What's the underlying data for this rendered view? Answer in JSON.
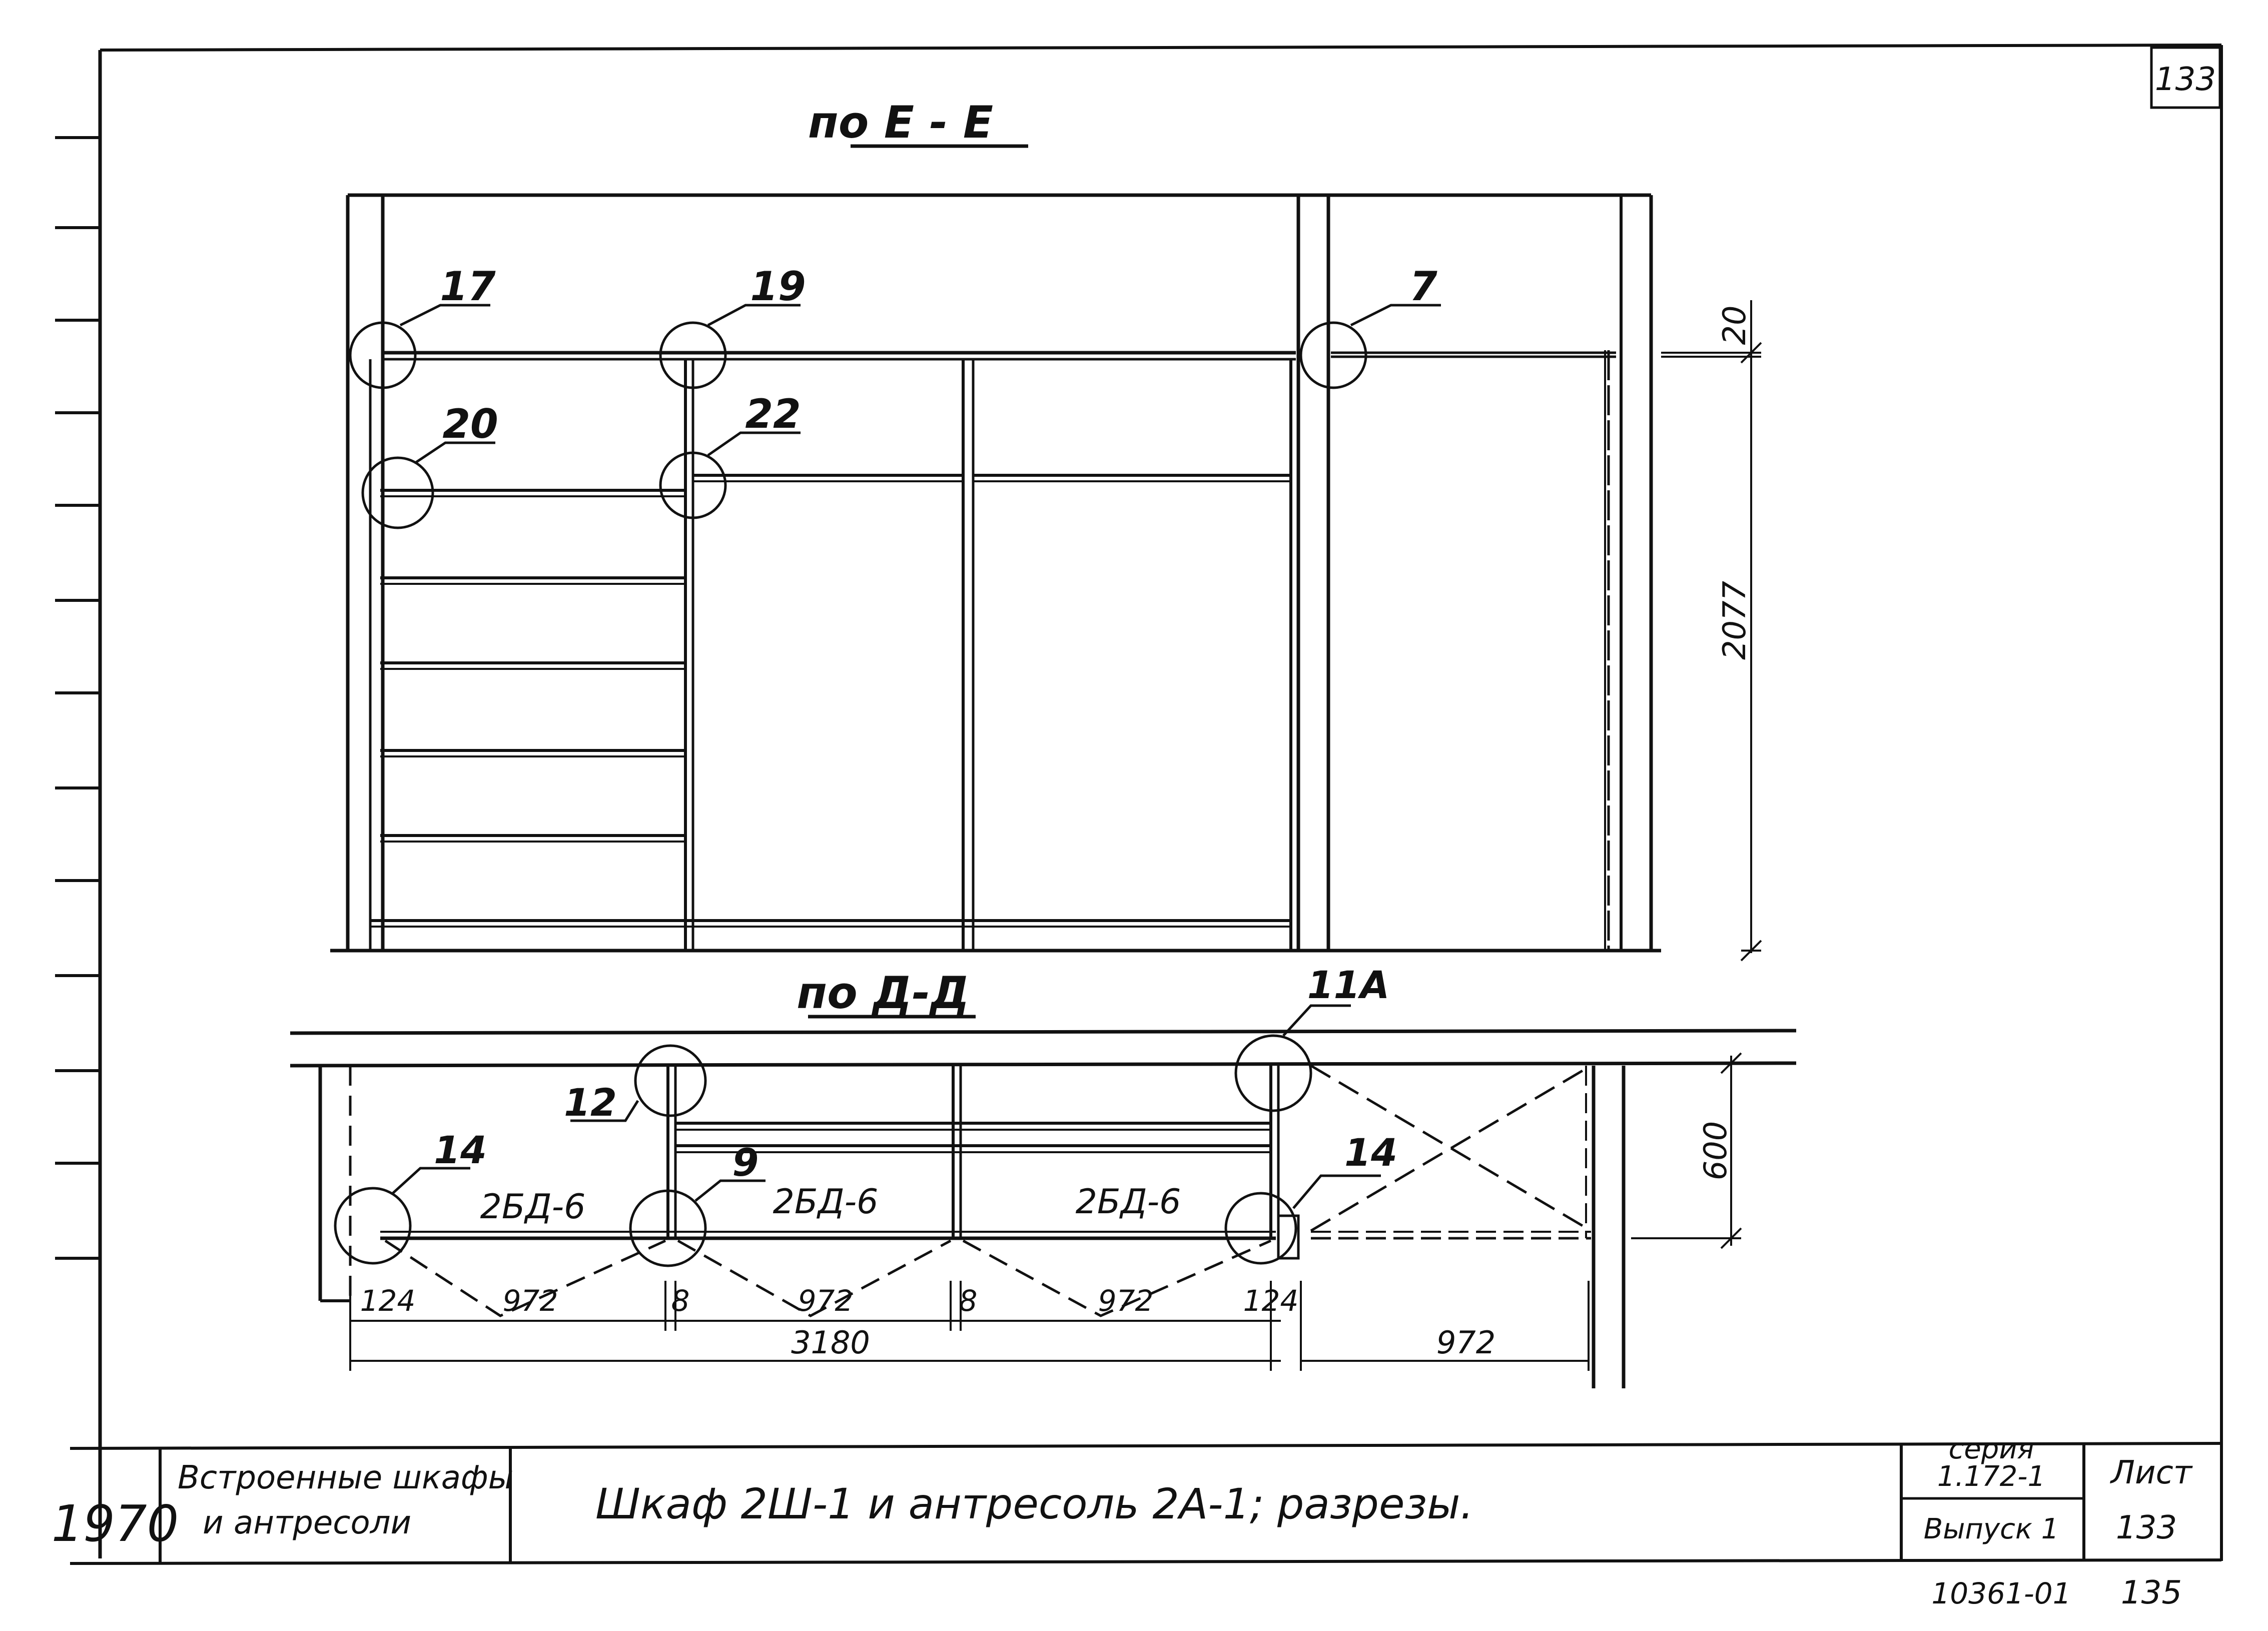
{
  "sheet_number_corner": "133",
  "sections": {
    "upper_title": "по Е - Е",
    "lower_title": "по Д-Д"
  },
  "callouts": {
    "c17": "17",
    "c19": "19",
    "c7": "7",
    "c20": "20",
    "c22": "22",
    "c11a": "11А",
    "c12": "12",
    "c14_left": "14",
    "c14_right": "14",
    "c9": "9"
  },
  "dimensions": {
    "d20": "20",
    "d2077": "2077",
    "d600": "600",
    "d124_left": "124",
    "d972_1": "972",
    "d8_1": "8",
    "d972_2": "972",
    "d8_2": "8",
    "d972_3": "972",
    "d124_right": "124",
    "d3180": "3180",
    "d972_right": "972"
  },
  "door_marks": {
    "m1": "2БД-6",
    "m2": "2БД-6",
    "m3": "2БД-6"
  },
  "title_block": {
    "year": "1970",
    "category_line1": "Встроенные шкафы",
    "category_line2": "и антресоли",
    "drawing_title": "Шкаф 2Ш-1 и антресоль 2А-1; разрезы.",
    "series_label": "серия",
    "series_value": "1.172-1",
    "issue_label": "Выпуск 1",
    "sheet_label": "Лист",
    "sheet_value": "133"
  },
  "footer": {
    "code": "10361-01",
    "page": "135"
  }
}
